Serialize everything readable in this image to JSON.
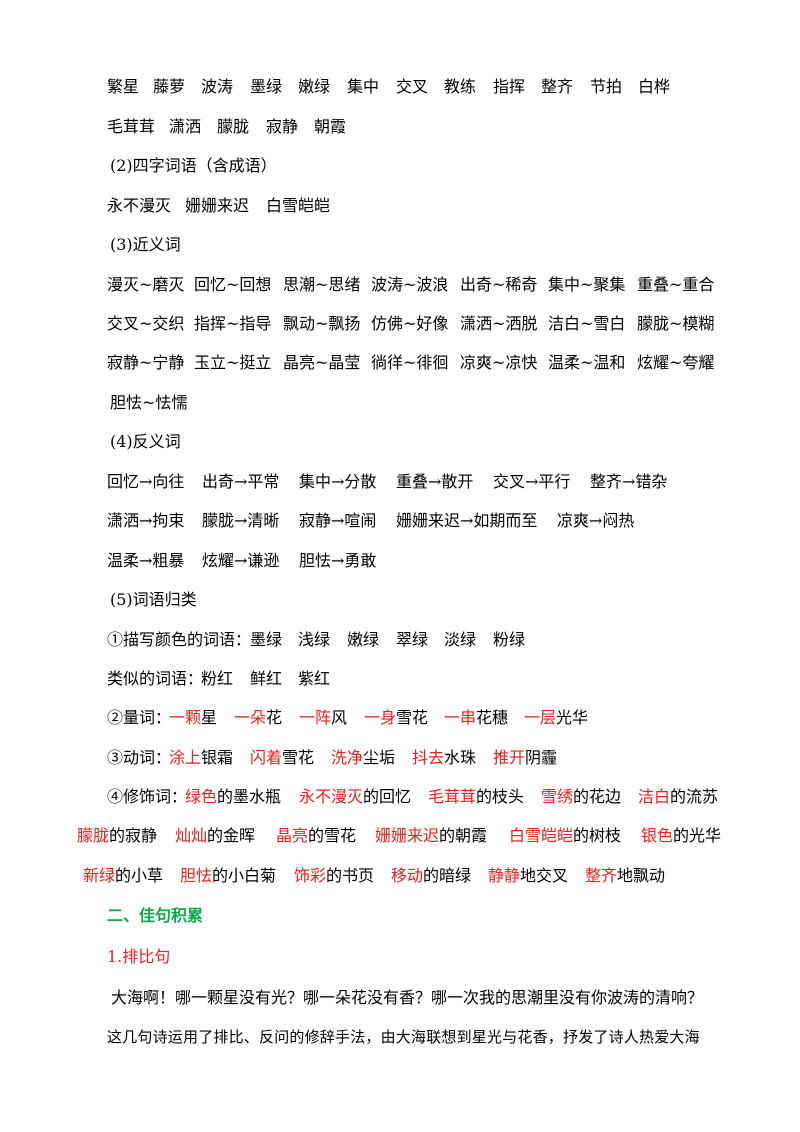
{
  "colors": {
    "highlight": "#e8221d",
    "heading": "#10a64b"
  },
  "lines": {
    "l1": [
      "繁星",
      "藤萝",
      "波涛",
      "墨绿",
      "嫩绿",
      "集中",
      "交叉",
      "教练",
      "指挥",
      "整齐",
      "节拍",
      "白桦"
    ],
    "l2": [
      "毛茸茸",
      "潇洒",
      "朦胧",
      "寂静",
      "朝霞"
    ],
    "h2": "(2)四字词语（含成语）",
    "l3": [
      "永不漫灭",
      "姗姗来迟",
      "白雪皑皑"
    ],
    "h3": "(3)近义词",
    "l4": [
      "漫灭~磨灭",
      "回忆~回想",
      "思潮~思绪",
      "波涛~波浪",
      "出奇~稀奇",
      "集中~聚集",
      "重叠~重合"
    ],
    "l5": [
      "交叉~交织",
      "指挥~指导",
      "飘动~飘扬",
      "仿佛~好像",
      "潇洒~洒脱",
      "洁白~雪白",
      "朦胧~模糊"
    ],
    "l6": [
      "寂静~宁静",
      "玉立~挺立",
      "晶亮~晶莹",
      "徜徉~徘徊",
      "凉爽~凉快",
      "温柔~温和",
      "炫耀~夸耀"
    ],
    "l7": [
      "胆怯~怯懦"
    ],
    "h4": "(4)反义词",
    "l8": [
      "回忆→向往",
      "出奇→平常",
      "集中→分散",
      "重叠→散开",
      "交叉→平行",
      "整齐→错杂"
    ],
    "l9": [
      "潇洒→拘束",
      "朦胧→清晰",
      "寂静→喧闹",
      "姗姗来迟→如期而至",
      "凉爽→闷热"
    ],
    "l10": [
      "温柔→粗暴",
      "炫耀→谦逊",
      "胆怯→勇敢"
    ],
    "h5": "(5)词语归类",
    "l11": {
      "label": "①描写颜色的词语：",
      "items": [
        "墨绿",
        "浅绿",
        "嫩绿",
        "翠绿",
        "淡绿",
        "粉绿"
      ]
    },
    "l12": {
      "label": "类似的词语：",
      "items": [
        "粉红",
        "鲜红",
        "紫红"
      ]
    },
    "l13": {
      "label": "②量词：",
      "items": [
        {
          "r": "一颗",
          "b": "星"
        },
        {
          "r": "一朵",
          "b": "花"
        },
        {
          "r": "一阵",
          "b": "风"
        },
        {
          "r": "一身",
          "b": "雪花"
        },
        {
          "r": "一串",
          "b": "花穗"
        },
        {
          "r": "一层",
          "b": "光华"
        }
      ]
    },
    "l14": {
      "label": "③动词：",
      "items": [
        {
          "r": "涂上",
          "b": "银霜"
        },
        {
          "r": "闪着",
          "b": "雪花"
        },
        {
          "r": "洗净",
          "b": "尘垢"
        },
        {
          "r": "抖去",
          "b": "水珠"
        },
        {
          "r": "推开",
          "b": "阴霾"
        }
      ]
    },
    "l15": {
      "label": "④修饰词：",
      "items": [
        {
          "r": "绿色",
          "b": "的墨水瓶"
        },
        {
          "r": "永不漫灭",
          "b": "的回忆"
        },
        {
          "r": "毛茸茸",
          "b": "的枝头"
        },
        {
          "r": "雪绣",
          "b": "的花边"
        },
        {
          "r": "洁白",
          "b": "的流苏"
        }
      ]
    },
    "l16": [
      {
        "r": "朦胧",
        "b": "的寂静"
      },
      {
        "r": "灿灿",
        "b": "的金晖"
      },
      {
        "r": "晶亮",
        "b": "的雪花"
      },
      {
        "r": "姗姗来迟",
        "b": "的朝霞"
      },
      {
        "r": "白雪皑皑",
        "b": "的树枝"
      },
      {
        "r": "银色",
        "b": "的光华"
      }
    ],
    "l17": [
      {
        "r": "新绿",
        "b": "的小草"
      },
      {
        "r": "胆怯",
        "b": "的小白菊"
      },
      {
        "r": "饰彩",
        "b": "的书页"
      },
      {
        "r": "移动",
        "b": "的暗绿"
      },
      {
        "r": "静静",
        "b": "地交叉"
      },
      {
        "r": "整齐",
        "b": "地飘动"
      }
    ],
    "section2": "二、佳句积累",
    "sub1": "1.排比句",
    "quote": "大海啊！哪一颗星没有光？哪一朵花没有香？哪一次我的思潮里没有你波涛的清响？",
    "explain": "这几句诗运用了排比、反问的修辞手法，由大海联想到星光与花香，抒发了诗人热爱大海"
  }
}
